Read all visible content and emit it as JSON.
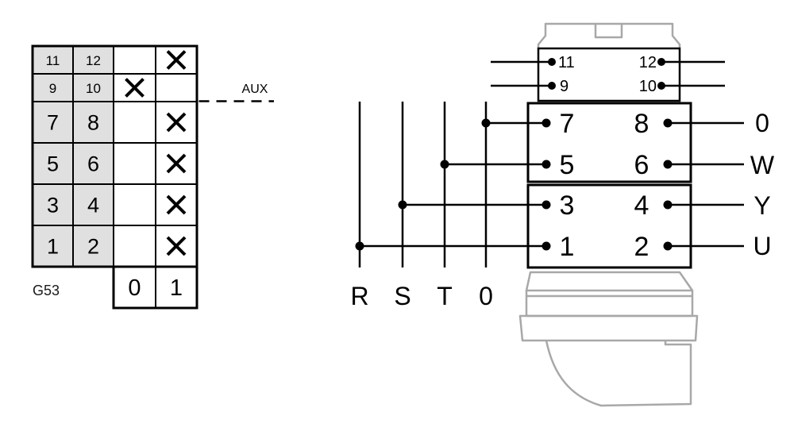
{
  "contact_table": {
    "rows": [
      {
        "a": "11",
        "b": "12",
        "x0": false,
        "x1": true
      },
      {
        "a": "9",
        "b": "10",
        "x0": true,
        "x1": false
      },
      {
        "a": "7",
        "b": "8",
        "x0": false,
        "x1": true
      },
      {
        "a": "5",
        "b": "6",
        "x0": false,
        "x1": true
      },
      {
        "a": "3",
        "b": "4",
        "x0": false,
        "x1": true
      },
      {
        "a": "1",
        "b": "2",
        "x0": false,
        "x1": true
      }
    ],
    "positions": {
      "off": "0",
      "on": "1"
    },
    "model": "G53",
    "aux_label": "AUX"
  },
  "schematic": {
    "aux_terminals": {
      "t11": "11",
      "t12": "12",
      "t9": "9",
      "t10": "10"
    },
    "main_terminals": {
      "t7": "7",
      "t8": "8",
      "t5": "5",
      "t6": "6",
      "t3": "3",
      "t4": "4",
      "t1": "1",
      "t2": "2"
    },
    "inputs": {
      "r": "R",
      "s": "S",
      "t": "T",
      "o": "0"
    },
    "outputs": {
      "o": "0",
      "w": "W",
      "y": "Y",
      "u": "U"
    }
  },
  "colors": {
    "ink": "#000000",
    "outline_gray": "#a8a8a8",
    "cell_gray": "#e0e0e0"
  }
}
